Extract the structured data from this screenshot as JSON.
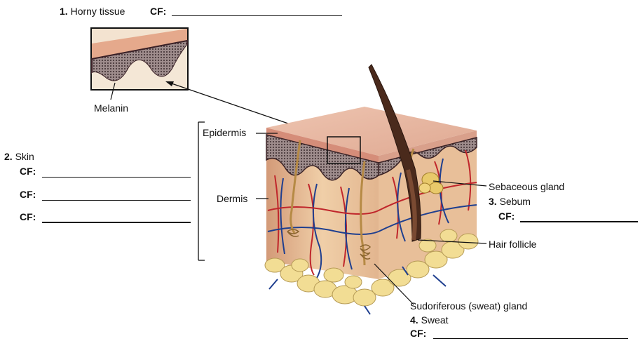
{
  "labels": {
    "q1_number": "1.",
    "q1_text": "Horny tissue",
    "q1_cf": "CF:",
    "melanin": "Melanin",
    "q2_number": "2.",
    "q2_text": "Skin",
    "q2_cf_1": "CF:",
    "q2_cf_2": "CF:",
    "q2_cf_3": "CF:",
    "epidermis": "Epidermis",
    "dermis": "Dermis",
    "sebaceous_gland": "Sebaceous gland",
    "q3_number": "3.",
    "q3_text": "Sebum",
    "q3_cf": "CF:",
    "hair_follicle": "Hair follicle",
    "sudoriferous_gland": "Sudoriferous (sweat) gland",
    "q4_number": "4.",
    "q4_text": "Sweat",
    "q4_cf": "CF:"
  },
  "colors": {
    "surface": "#e7b7a2",
    "epidermis_top": "#d99986",
    "melanin_layer": "#5a3a3c",
    "dermis": "#eac49f",
    "dermis_shade": "#d7a27a",
    "fat": "#f2dd94",
    "fat_edge": "#b59a55",
    "artery": "#c0262b",
    "vein": "#1f3f8f",
    "hair": "#4a2a1c",
    "gland": "#e8c96a"
  }
}
